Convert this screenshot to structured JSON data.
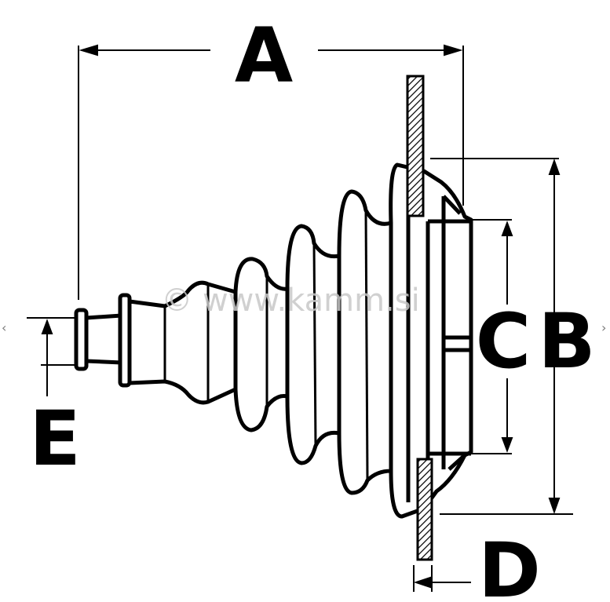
{
  "diagram": {
    "labels": {
      "A": "A",
      "B": "B",
      "C": "C",
      "D": "D",
      "E": "E"
    },
    "watermark": "© www.kamm.si"
  },
  "navigation": {
    "prev": "‹",
    "next": "›"
  },
  "colors": {
    "line": "#000000",
    "background": "#ffffff",
    "watermark": "#c8c8c8"
  }
}
